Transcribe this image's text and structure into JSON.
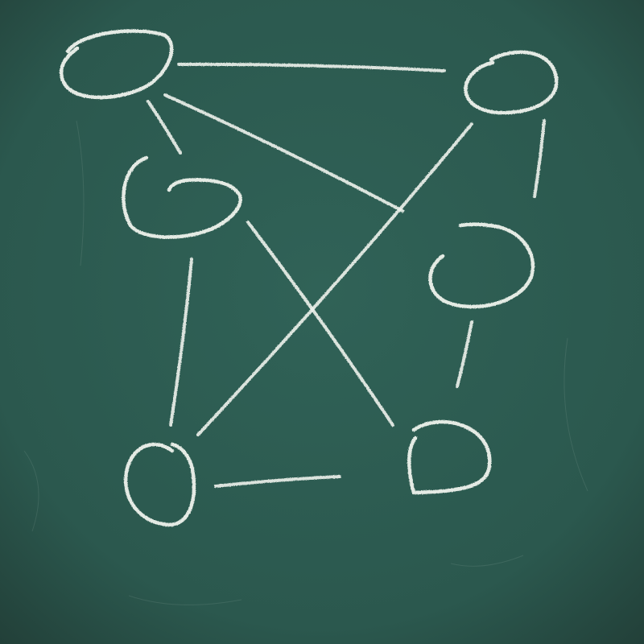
{
  "board": {
    "surface_color": "#2c5a50",
    "chalk_color": "#eef2ec"
  },
  "graph": {
    "nodes": [
      {
        "id": "A",
        "label": ""
      },
      {
        "id": "B",
        "label": ""
      },
      {
        "id": "C",
        "label": ""
      },
      {
        "id": "D",
        "label": ""
      },
      {
        "id": "E",
        "label": ""
      },
      {
        "id": "F",
        "label": ""
      }
    ],
    "edges": [
      {
        "from": "A",
        "to": "B"
      },
      {
        "from": "A",
        "to": "C"
      },
      {
        "from": "A",
        "to": "D"
      },
      {
        "from": "B",
        "to": "E"
      },
      {
        "from": "B",
        "to": "D"
      },
      {
        "from": "C",
        "to": "E"
      },
      {
        "from": "C",
        "to": "F"
      },
      {
        "from": "D",
        "to": "F"
      },
      {
        "from": "E",
        "to": "F"
      }
    ]
  }
}
